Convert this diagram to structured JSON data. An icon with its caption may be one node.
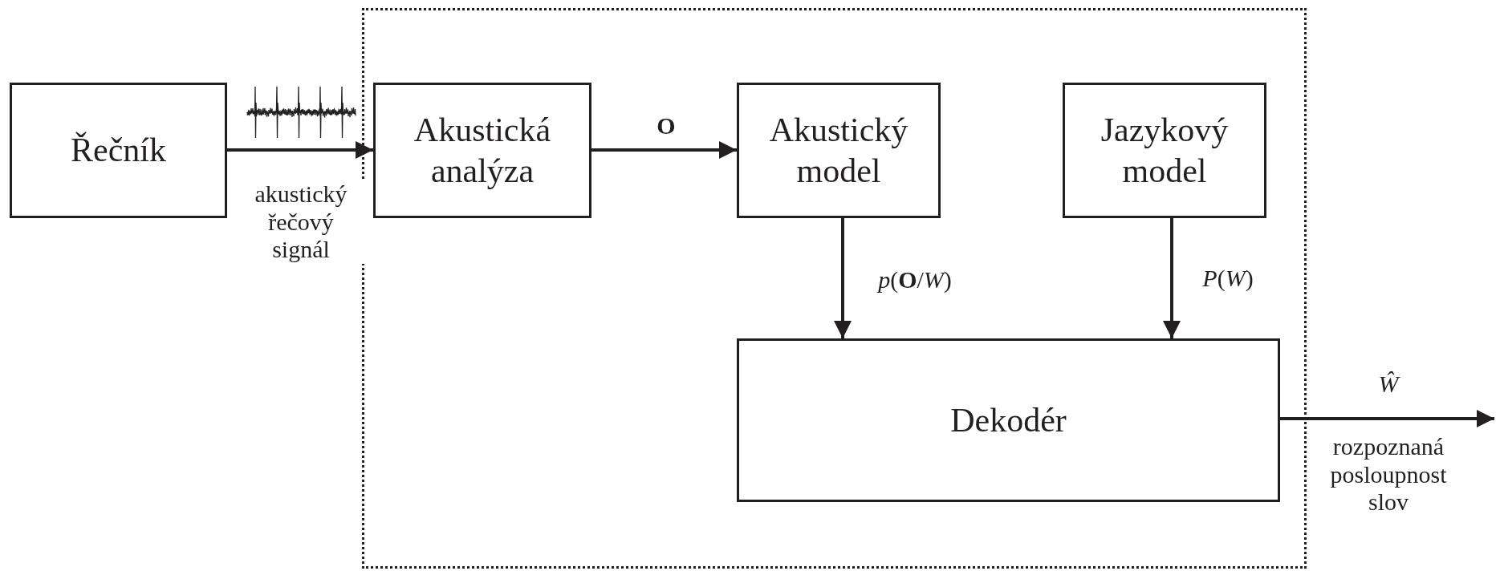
{
  "diagram": {
    "nodes": [
      {
        "text": [],
        "shape": "box"
      },
      {
        "text": [
          "Řečník"
        ]
      },
      {
        "text": [
          "Akustická analýza"
        ],
        "in": 0
      },
      {
        "text": [
          "Akustický model"
        ],
        "in": 0
      },
      {
        "text": [
          "Jazykový model"
        ],
        "in": 0
      },
      {
        "text": [
          "Dekodér"
        ],
        "in": 0
      }
    ],
    "edges": [
      {
        "from": 1,
        "to": 2,
        "arrow": "to",
        "label": "akustický řečový signál"
      },
      {
        "from": 2,
        "to": 3,
        "arrow": "to",
        "label": "O"
      },
      {
        "from": 3,
        "to": 5,
        "arrow": "to",
        "label": "*p*(**O**/*W*)"
      },
      {
        "from": 4,
        "to": 5,
        "arrow": "to",
        "label": "*P*(*W*)"
      },
      {
        "from": 5,
        "to": null,
        "arrow": "to",
        "label": "Ŵ"
      }
    ],
    "labels": [
      "rozpoznaná posloupnost slov"
    ]
  }
}
